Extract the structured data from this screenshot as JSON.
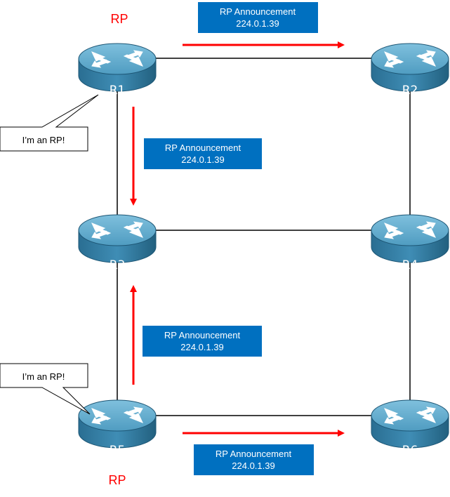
{
  "diagram": {
    "routers": [
      {
        "id": "r1",
        "label": "R1"
      },
      {
        "id": "r2",
        "label": "R2"
      },
      {
        "id": "r3",
        "label": "R3"
      },
      {
        "id": "r4",
        "label": "R4"
      },
      {
        "id": "r5",
        "label": "R5"
      },
      {
        "id": "r6",
        "label": "R6"
      }
    ],
    "rp_labels": {
      "r1": "RP",
      "r5": "RP"
    },
    "callouts": {
      "r1": "I’m an RP!",
      "r5": "I’m an RP!"
    },
    "announcements": [
      {
        "title": "RP Announcement",
        "address": "224.0.1.39"
      },
      {
        "title": "RP Announcement",
        "address": "224.0.1.39"
      },
      {
        "title": "RP Announcement",
        "address": "224.0.1.39"
      },
      {
        "title": "RP Announcement",
        "address": "224.0.1.39"
      }
    ],
    "colors": {
      "router_top": "#5fa8c9",
      "router_side": "#2b6f93",
      "arrow": "#ff0000",
      "box": "#0070c0",
      "link": "#000000"
    }
  }
}
